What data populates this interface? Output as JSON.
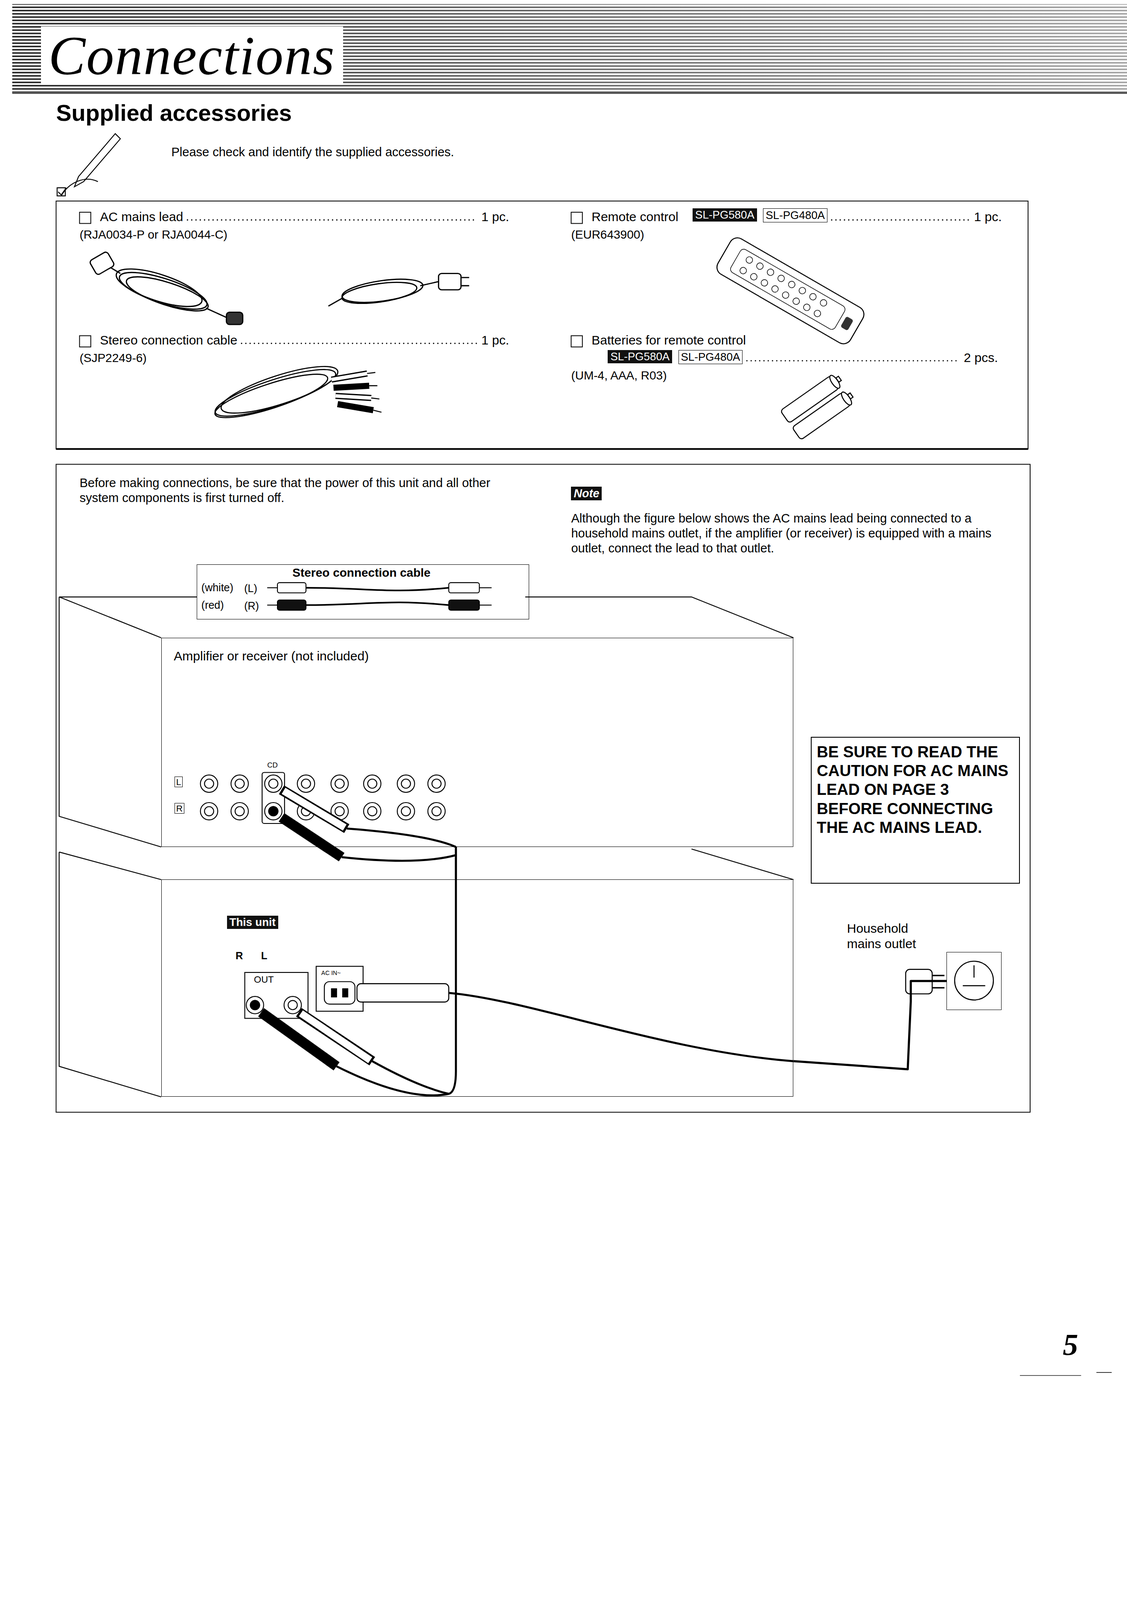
{
  "diagram": {
    "title": "Connections",
    "nodes": [
      {
        "text": [
          "Stereo connection cable",
          "(white)",
          "(L)",
          "(red)",
          "(R)"
        ]
      },
      {
        "text": [
          "Amplifier or receiver (not included)"
        ]
      },
      {
        "text": [
          "BE SURE TO READ THE CAUTION FOR AC MAINS LEAD ON PAGE 3 BEFORE CONNECTING THE AC MAINS LEAD."
        ]
      },
      {
        "text": [
          "This unit"
        ]
      },
      {
        "text": [
          "Household mains outlet"
        ]
      }
    ],
    "edges": [
      {
        "from": 1,
        "to": 3,
        "arrow": "none"
      },
      {
        "from": 3,
        "to": 4,
        "arrow": "none"
      }
    ],
    "labels": [
      "Supplied accessories",
      "Please check and identify the supplied accessories.",
      "AC mains lead",
      "1 pc.",
      "(RJA0034-P or RJA0044-C)",
      "Stereo connection cable",
      "1 pc.",
      "(SJP2249-6)",
      "Remote control",
      "SL-PG580A",
      "SL-PG480A",
      "1 pc.",
      "(EUR643900)",
      "Batteries for remote control",
      "SL-PG580A",
      "SL-PG480A",
      "2 pcs.",
      "(UM-4, AAA, R03)",
      "Before making connections, be sure that the power of this unit and all other system components is first turned off.",
      "Note",
      "Although the figure below shows the AC mains lead being connected to a household mains outlet, if the amplifier (or receiver) is equipped with a mains outlet, connect the lead to that outlet.",
      "CD",
      "L",
      "R",
      "R",
      "L",
      "OUT",
      "AC IN~",
      "5"
    ]
  }
}
